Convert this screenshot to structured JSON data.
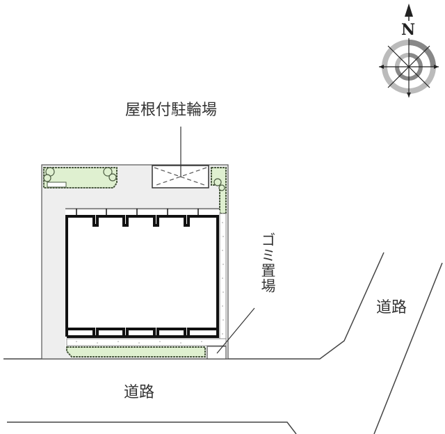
{
  "compass": {
    "north_label": "N",
    "icon": "compass-rose-icon"
  },
  "labels": {
    "covered_bicycle_parking": "屋根付駐輪場",
    "garbage_area": "ゴミ置場",
    "road_south": "道路",
    "road_east": "道路"
  },
  "colors": {
    "line": "#333333",
    "paved_area": "#eeeeee",
    "planting": "#dff0d0",
    "planting_border": "#4a5a40",
    "building_wall": "#111111",
    "compass_light_ring": "#bbbbbb",
    "compass_dark_ring": "#888888"
  }
}
